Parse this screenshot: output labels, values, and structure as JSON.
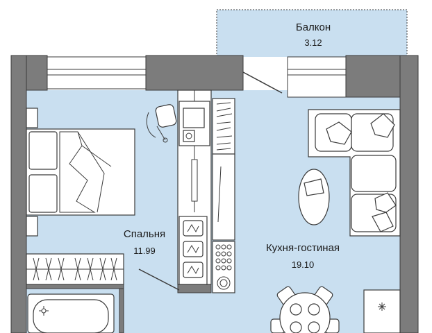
{
  "rooms": {
    "balcony": {
      "label": "Балкон",
      "area": "3.12"
    },
    "bedroom": {
      "label": "Спальня",
      "area": "11.99"
    },
    "kitchen_living": {
      "label": "Кухня-гостиная",
      "area": "19.10"
    }
  },
  "colors": {
    "floor": "#c9dff0",
    "wall": "#7c7c7c",
    "window": "#ffffff",
    "outline": "#3a3a3a"
  },
  "icons": {
    "bathtub": "bathtub-icon",
    "stove": "stove-icon",
    "fridge": "snowflake-icon"
  }
}
